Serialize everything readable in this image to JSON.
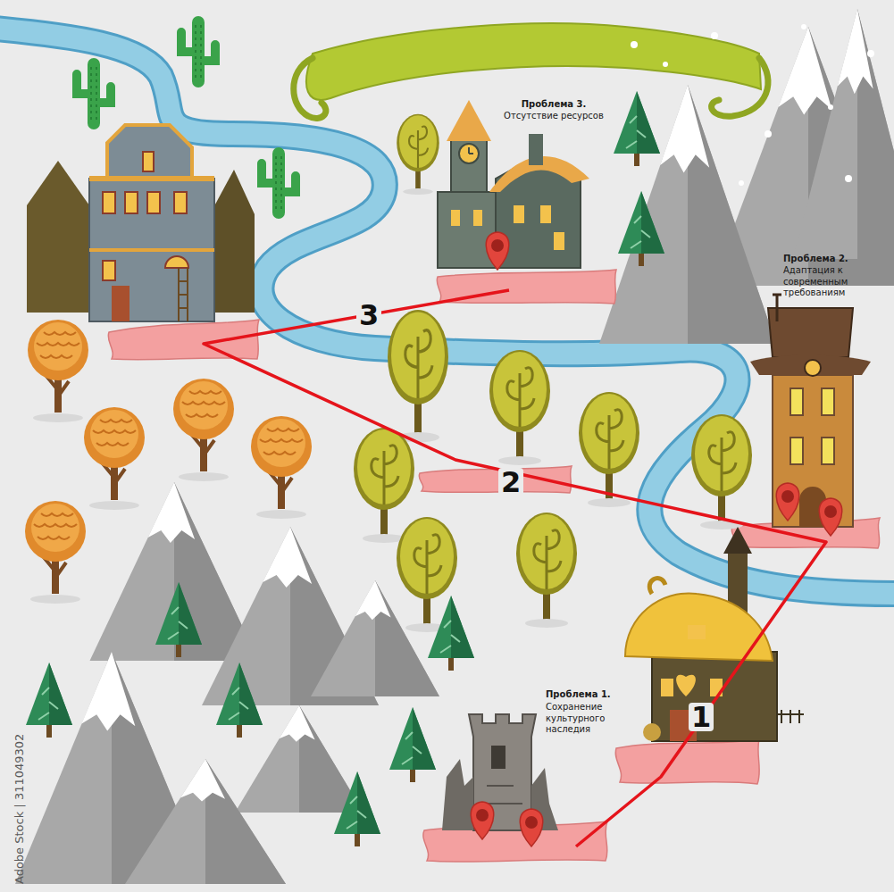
{
  "diagram": {
    "labels": [
      "Проблема 3.",
      "Отсутствие ресурсов",
      "Проблема 2.",
      "Адаптация к современным требованиям",
      "Проблема 1.",
      "Сохранение культурного наследия",
      "1",
      "2",
      "3",
      "Adobe Stock | 311049302"
    ]
  }
}
